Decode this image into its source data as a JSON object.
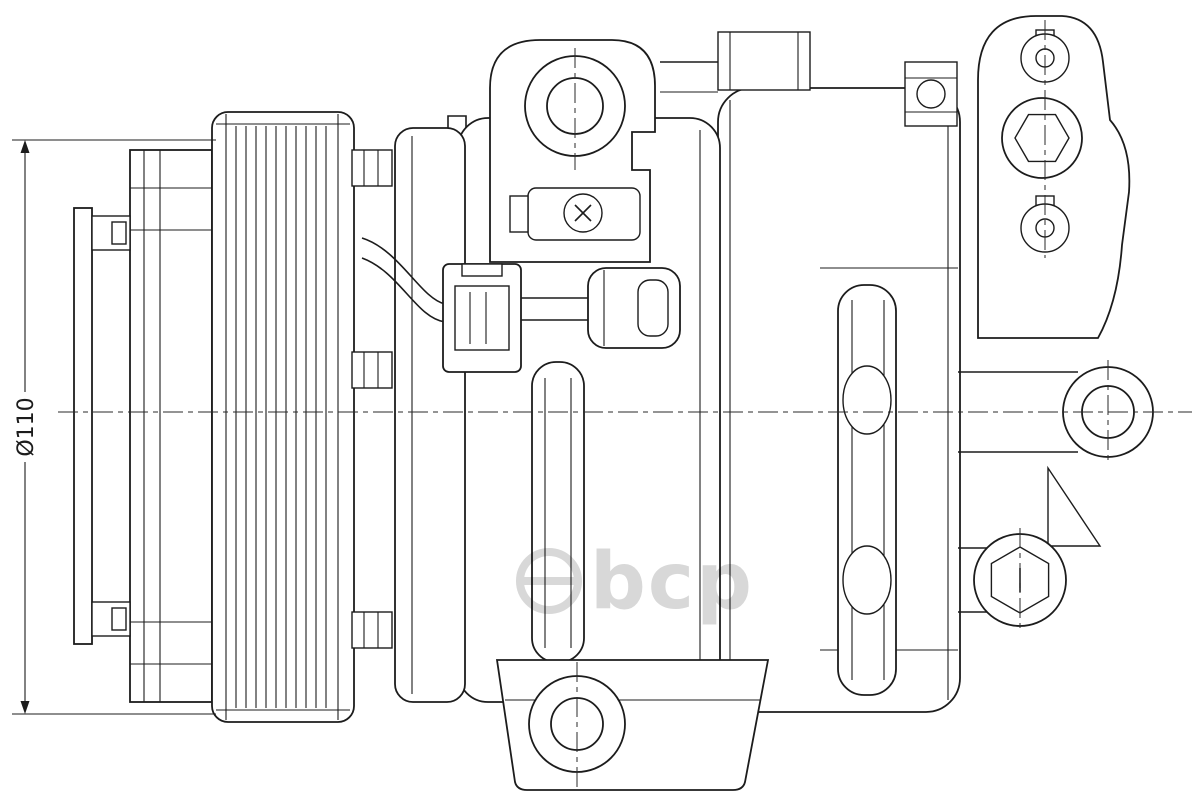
{
  "page": {
    "background_color": "#ffffff",
    "line_color": "#1c1c1c"
  },
  "drawing": {
    "type": "technical-line-drawing",
    "subject": "ac-compressor-side-view",
    "dimension_label": "Ø110"
  },
  "watermark": {
    "text": "bcp",
    "color": "#d8d8d8"
  }
}
